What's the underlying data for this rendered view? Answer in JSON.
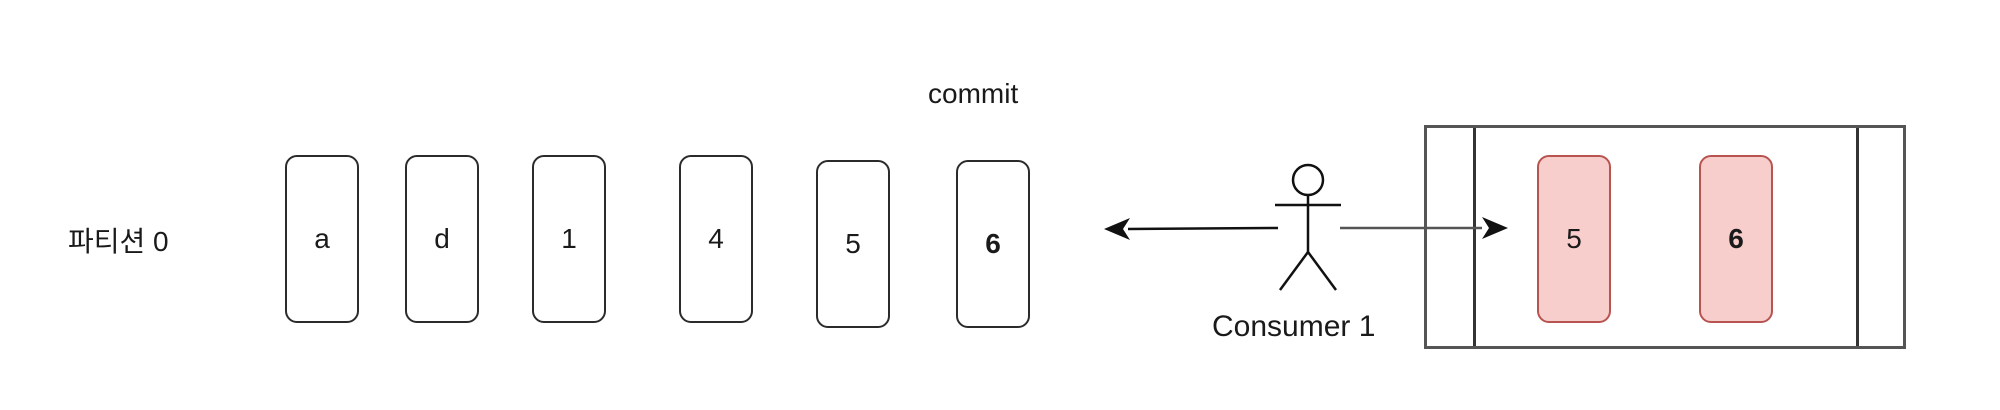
{
  "partition": {
    "label": "파티션 0",
    "records": [
      {
        "text": "a",
        "bold": false
      },
      {
        "text": "d",
        "bold": false
      },
      {
        "text": "1",
        "bold": false
      },
      {
        "text": "4",
        "bold": false
      },
      {
        "text": "5",
        "bold": false
      },
      {
        "text": "6",
        "bold": true
      }
    ]
  },
  "commit": {
    "label": "commit"
  },
  "consumer": {
    "label": "Consumer 1"
  },
  "buffer": {
    "records": [
      {
        "text": "5",
        "bold": false
      },
      {
        "text": "6",
        "bold": true
      }
    ],
    "fill_color": "#f8cecc",
    "stroke_color": "#b85450"
  }
}
